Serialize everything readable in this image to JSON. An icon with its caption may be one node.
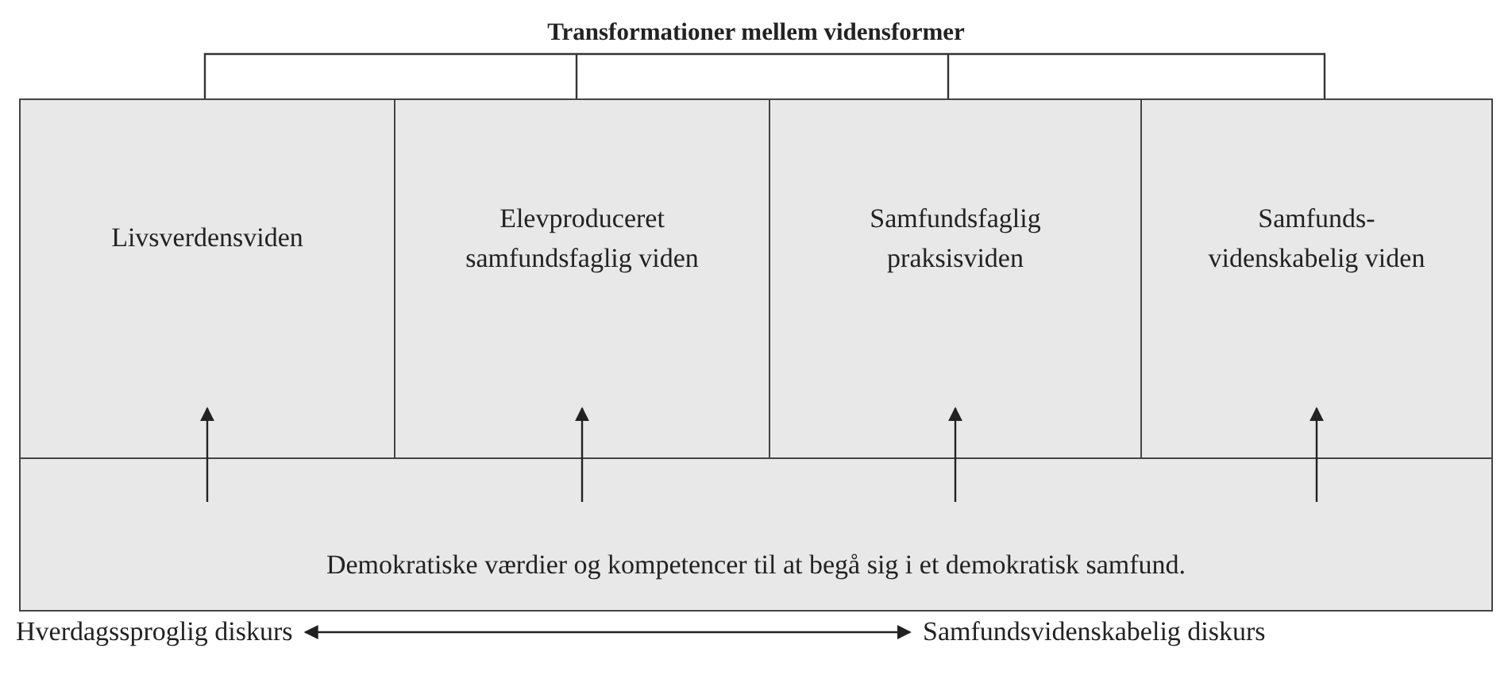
{
  "diagram": {
    "title": "Transformationer mellem vidensformer",
    "nodes": [
      {
        "text": [
          "Livsverdensviden"
        ]
      },
      {
        "text": [
          "Elevproduceret samfundsfaglig viden"
        ]
      },
      {
        "text": [
          "Samfundsfaglig praksisviden"
        ]
      },
      {
        "text": [
          "Samfunds- videnskabelig viden"
        ]
      },
      {
        "text": [
          "Demokratiske værdier og kompetencer til at begå sig i et demokratisk samfund."
        ]
      },
      {
        "text": [
          "Hverdagssproglig diskurs"
        ]
      },
      {
        "text": [
          "Samfundsvidenskabelig diskurs"
        ]
      }
    ],
    "edges": [
      {
        "from": 4,
        "to": 0,
        "arrow": "to"
      },
      {
        "from": 4,
        "to": 1,
        "arrow": "to"
      },
      {
        "from": 4,
        "to": 2,
        "arrow": "to"
      },
      {
        "from": 4,
        "to": 3,
        "arrow": "to"
      },
      {
        "from": 5,
        "to": 6,
        "arrow": "both"
      }
    ]
  }
}
